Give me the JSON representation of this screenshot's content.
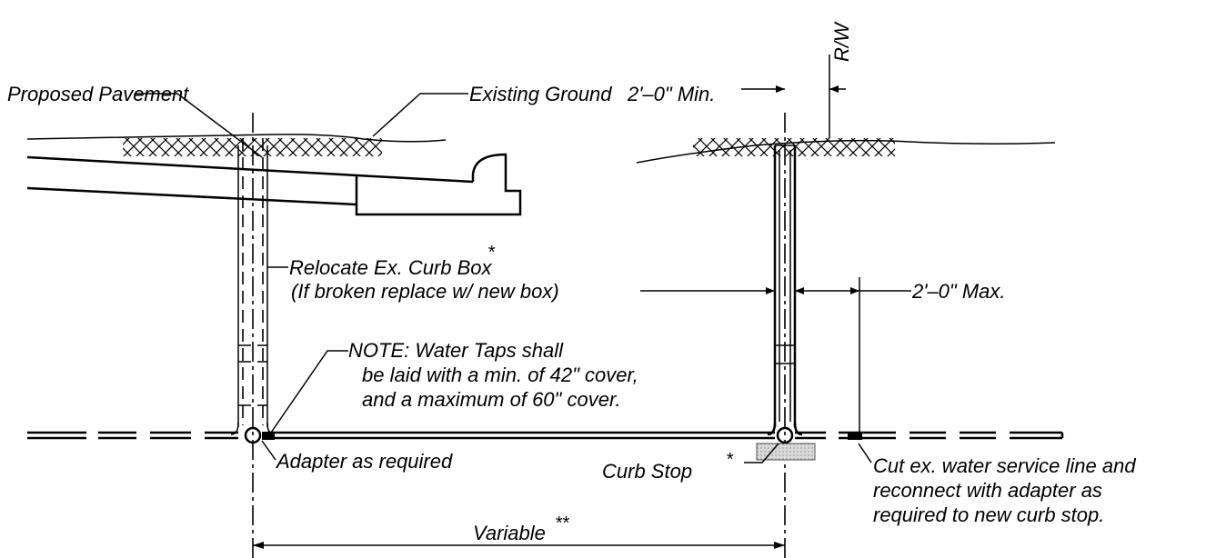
{
  "labels": {
    "proposed_pavement": "Proposed Pavement",
    "existing_ground": "Existing Ground",
    "min_2ft": "2'–0\" Min.",
    "rw": "R/W",
    "relocate_line1": "Relocate Ex. Curb Box",
    "relocate_line2": "(If broken replace w/ new box)",
    "max_2ft": "2'–0\" Max.",
    "note_line1": "NOTE: Water Taps shall",
    "note_line2": "be laid with a min. of 42\" cover,",
    "note_line3": "and a maximum of 60\" cover.",
    "adapter": "Adapter as required",
    "curb_stop": "Curb Stop",
    "cut_line1": "Cut ex. water service line and",
    "cut_line2": "reconnect with adapter as",
    "cut_line3": "required to new curb stop.",
    "variable": "Variable",
    "asterisk": "*",
    "double_asterisk": "**"
  }
}
